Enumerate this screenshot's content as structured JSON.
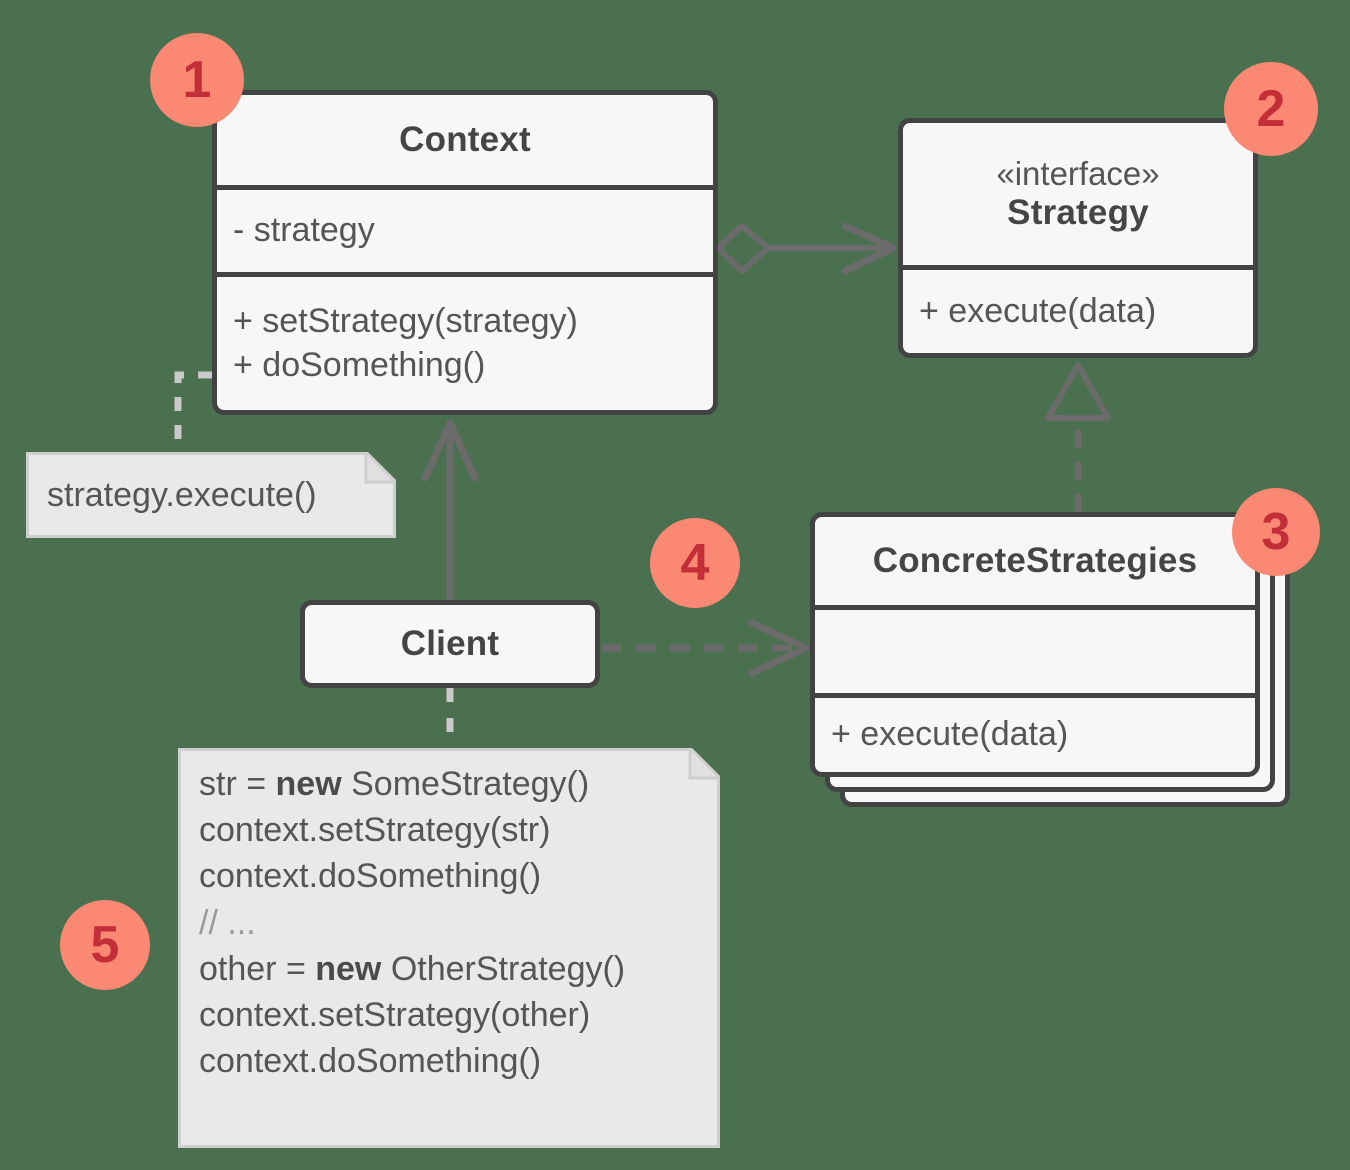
{
  "diagram": {
    "title": "Strategy pattern UML class diagram",
    "background_color": "#4a7050",
    "box_fill": "#f7f7f7",
    "box_stroke": "#434343",
    "note_fill": "#e9e9e9",
    "note_stroke": "#cfcfcf",
    "connector_color": "#6b6b6b",
    "badge_fill": "#fb8873",
    "badge_text_color": "#c32e38"
  },
  "boxes": {
    "context": {
      "title": "Context",
      "fields": [
        "- strategy"
      ],
      "methods": [
        "+ setStrategy(strategy)",
        "+ doSomething()"
      ]
    },
    "strategy": {
      "stereotype": "«interface»",
      "title": "Strategy",
      "methods": [
        "+ execute(data)"
      ]
    },
    "client": {
      "title": "Client"
    },
    "concrete_strategies": {
      "title": "ConcreteStrategies",
      "fields": [
        ""
      ],
      "methods": [
        "+ execute(data)"
      ],
      "stacked": true
    }
  },
  "notes": {
    "execute_note": {
      "text": "strategy.execute()"
    },
    "code_note": {
      "lines": [
        {
          "pre": "str = ",
          "bold": "new",
          "post": " SomeStrategy()"
        },
        {
          "pre": "context.setStrategy(str)",
          "bold": "",
          "post": ""
        },
        {
          "pre": "context.doSomething()",
          "bold": "",
          "post": ""
        },
        {
          "pre": "",
          "bold": "",
          "post": "",
          "comment": "// ..."
        },
        {
          "pre": "other = ",
          "bold": "new",
          "post": " OtherStrategy()"
        },
        {
          "pre": "context.setStrategy(other)",
          "bold": "",
          "post": ""
        },
        {
          "pre": "context.doSomething()",
          "bold": "",
          "post": ""
        }
      ]
    }
  },
  "badges": [
    {
      "number": "1",
      "target": "context-box"
    },
    {
      "number": "2",
      "target": "strategy-box"
    },
    {
      "number": "3",
      "target": "concrete-strategies-box"
    },
    {
      "number": "4",
      "target": "client-to-concrete-arrow"
    },
    {
      "number": "5",
      "target": "code-note"
    }
  ],
  "connectors": [
    {
      "name": "context-aggregates-strategy",
      "style": "solid",
      "source_decoration": "hollow-diamond",
      "target_decoration": "open-arrow"
    },
    {
      "name": "concrete-realizes-strategy",
      "style": "dashed",
      "target_decoration": "hollow-triangle"
    },
    {
      "name": "client-uses-context",
      "style": "solid",
      "target_decoration": "open-arrow"
    },
    {
      "name": "client-creates-concrete",
      "style": "dashed",
      "target_decoration": "open-arrow"
    },
    {
      "name": "context-note-link",
      "style": "dotted"
    },
    {
      "name": "client-note-link",
      "style": "dotted"
    }
  ]
}
